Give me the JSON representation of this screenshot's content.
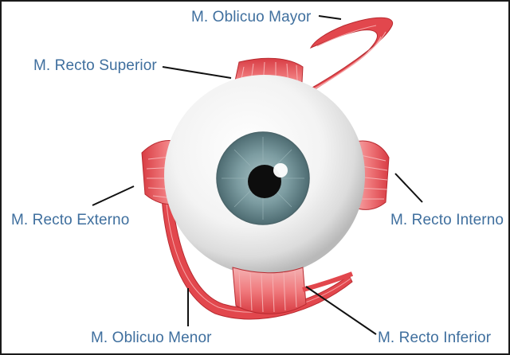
{
  "labels": {
    "oblicuo_mayor": "M. Oblicuo Mayor",
    "recto_superior": "M. Recto Superior",
    "recto_externo": "M. Recto Externo",
    "recto_interno": "M. Recto Interno",
    "oblicuo_menor": "M. Oblicuo Menor",
    "recto_inferior": "M. Recto Inferior"
  },
  "colors": {
    "label_text": "#3f6f9e",
    "muscle": "#e2474d",
    "muscle_light": "#f3999a",
    "sclera": "#f4f4f4",
    "iris": "#6f9096",
    "pupil": "#0d0d0d",
    "leader_line": "#111111",
    "border": "#1a1a1a"
  }
}
